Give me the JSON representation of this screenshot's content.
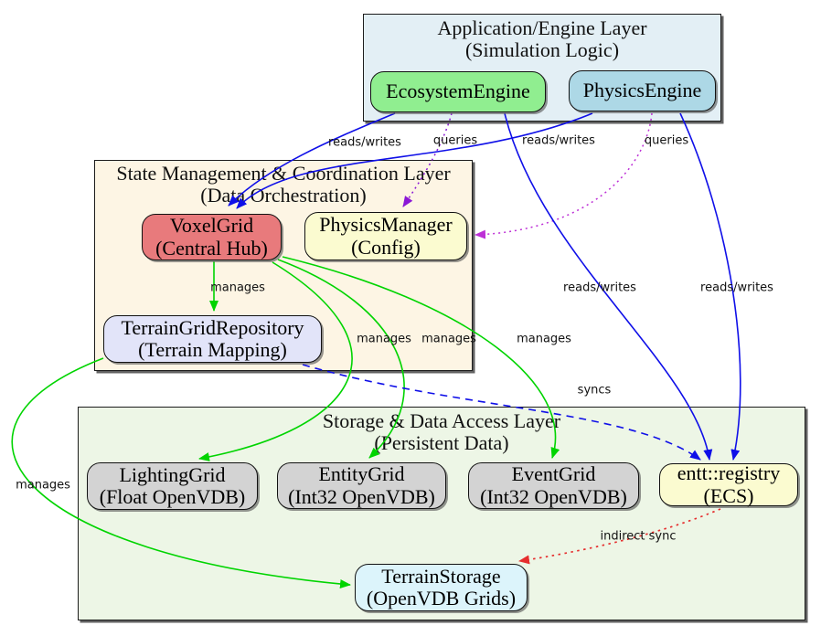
{
  "layers": {
    "app": {
      "title": "Application/Engine Layer",
      "subtitle": "(Simulation Logic)",
      "bg": "#e3eff5"
    },
    "state": {
      "title": "State Management & Coordination Layer",
      "subtitle": "(Data Orchestration)",
      "bg": "#fdf5e4"
    },
    "storage": {
      "title": "Storage & Data Access Layer",
      "subtitle": "(Persistent Data)",
      "bg": "#edf6e6"
    }
  },
  "nodes": {
    "ecosystem_engine": {
      "label": "EcosystemEngine",
      "fill": "#90ee90"
    },
    "physics_engine": {
      "label": "PhysicsEngine",
      "fill": "#add8e6"
    },
    "voxel_grid": {
      "line1": "VoxelGrid",
      "line2": "(Central Hub)",
      "fill": "#e87a7c"
    },
    "physics_manager": {
      "line1": "PhysicsManager",
      "line2": "(Config)",
      "fill": "#fbfbd0"
    },
    "terrain_grid_repository": {
      "line1": "TerrainGridRepository",
      "line2": "(Terrain Mapping)",
      "fill": "#e2e4f9"
    },
    "lighting_grid": {
      "line1": "LightingGrid",
      "line2": "(Float OpenVDB)",
      "fill": "#d3d3d3"
    },
    "entity_grid": {
      "line1": "EntityGrid",
      "line2": "(Int32 OpenVDB)",
      "fill": "#d3d3d3"
    },
    "event_grid": {
      "line1": "EventGrid",
      "line2": "(Int32 OpenVDB)",
      "fill": "#d3d3d3"
    },
    "entt_registry": {
      "line1": "entt::registry",
      "line2": "(ECS)",
      "fill": "#fbfbd0"
    },
    "terrain_storage": {
      "line1": "TerrainStorage",
      "line2": "(OpenVDB Grids)",
      "fill": "#dcf4fb"
    }
  },
  "edges": {
    "eco_to_voxel": {
      "label": "reads/writes",
      "color": "#0f0fe8",
      "style": "solid"
    },
    "eco_to_physmgr": {
      "label": "queries",
      "color": "#8b17d6",
      "style": "dotted"
    },
    "phys_to_voxel": {
      "label": "reads/writes",
      "color": "#0f0fe8",
      "style": "solid"
    },
    "phys_to_physmgr": {
      "label": "queries",
      "color": "#bd2fd6",
      "style": "dotted"
    },
    "eco_to_registry": {
      "label": "reads/writes",
      "color": "#0f0fe8",
      "style": "solid"
    },
    "phys_to_registry": {
      "label": "reads/writes",
      "color": "#0f0fe8",
      "style": "solid"
    },
    "voxel_to_tgr": {
      "label": "manages",
      "color": "#00d400",
      "style": "solid"
    },
    "voxel_to_lighting": {
      "label": "manages",
      "color": "#00d400",
      "style": "solid"
    },
    "voxel_to_entity": {
      "label": "manages",
      "color": "#00d400",
      "style": "solid"
    },
    "voxel_to_event": {
      "label": "manages",
      "color": "#00d400",
      "style": "solid"
    },
    "tgr_to_storage": {
      "label": "manages",
      "color": "#00d400",
      "style": "solid"
    },
    "tgr_to_registry": {
      "label": "syncs",
      "color": "#0f0fe8",
      "style": "dashed"
    },
    "registry_to_storage": {
      "label": "indirect sync",
      "color": "#e62e2e",
      "style": "dotted"
    }
  }
}
